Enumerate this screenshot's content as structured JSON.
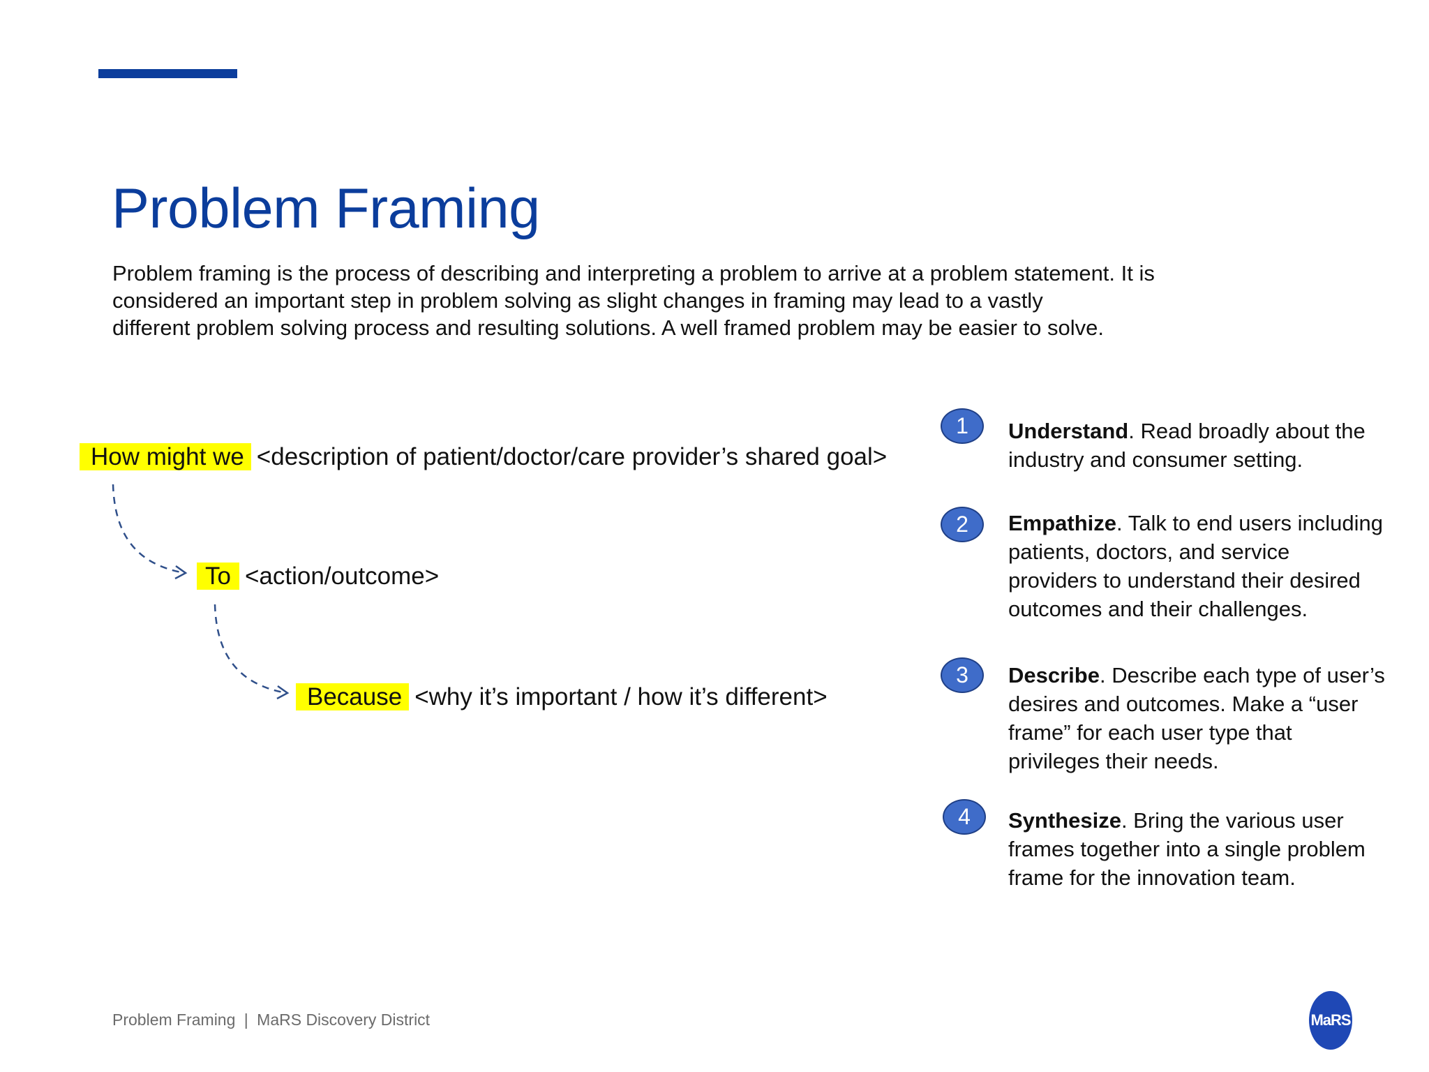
{
  "slide": {
    "title": "Problem Framing",
    "intro_lines": [
      "Problem framing is the process of describing and interpreting a problem to arrive at a problem statement. It is",
      "considered an important step in problem solving as slight changes in framing may lead to a vastly",
      "different problem solving process and resulting solutions. A well framed problem may be easier to solve."
    ],
    "accent_color": "#0b3d9c",
    "highlight_color": "#ffff00"
  },
  "frame": {
    "lines": [
      {
        "keyword": "How might we",
        "rest": "<description of patient/doctor/care provider’s shared goal>"
      },
      {
        "keyword": "To",
        "rest": "<action/outcome>"
      },
      {
        "keyword": "Because",
        "rest": "<why it’s important / how it’s different>"
      }
    ]
  },
  "steps": [
    {
      "number": "1",
      "heading": "Understand",
      "lines": [
        ". Read broadly about the",
        "industry and consumer setting."
      ]
    },
    {
      "number": "2",
      "heading": "Empathize",
      "lines": [
        ". Talk to end users including",
        "patients, doctors, and service",
        "providers to understand their desired",
        "outcomes and their challenges."
      ]
    },
    {
      "number": "3",
      "heading": "Describe",
      "lines": [
        ". Describe each type of user’s",
        "desires and outcomes. Make a “user",
        "frame” for each user type that",
        "privileges their needs."
      ]
    },
    {
      "number": "4",
      "heading": "Synthesize",
      "lines": [
        ". Bring the various user",
        "frames together into a single problem",
        "frame for the innovation team."
      ]
    }
  ],
  "footer": {
    "left": "Problem Framing",
    "separator": "|",
    "right": "MaRS Discovery District"
  },
  "logo": {
    "text": "MaRS"
  },
  "icons": {
    "arrow": "dashed-curved-arrow-icon",
    "logo": "mars-logo-icon"
  }
}
